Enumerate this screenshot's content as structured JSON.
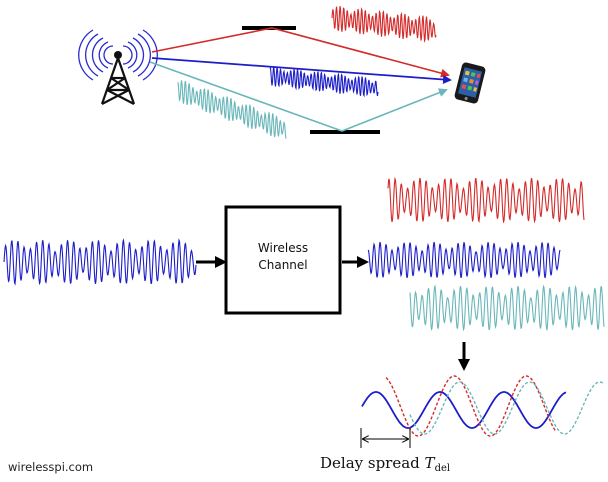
{
  "channel": {
    "line1": "Wireless",
    "line2": "Channel"
  },
  "delay": {
    "text": "Delay spread ",
    "symbol": "T",
    "subscript": "del"
  },
  "watermark": "wirelesspi.com",
  "colors": {
    "red": "#d42a2a",
    "blue": "#1d1ec8",
    "teal": "#6ab7ba",
    "black": "#000000"
  },
  "icons": [
    "cell-tower-icon",
    "smartphone-icon"
  ]
}
